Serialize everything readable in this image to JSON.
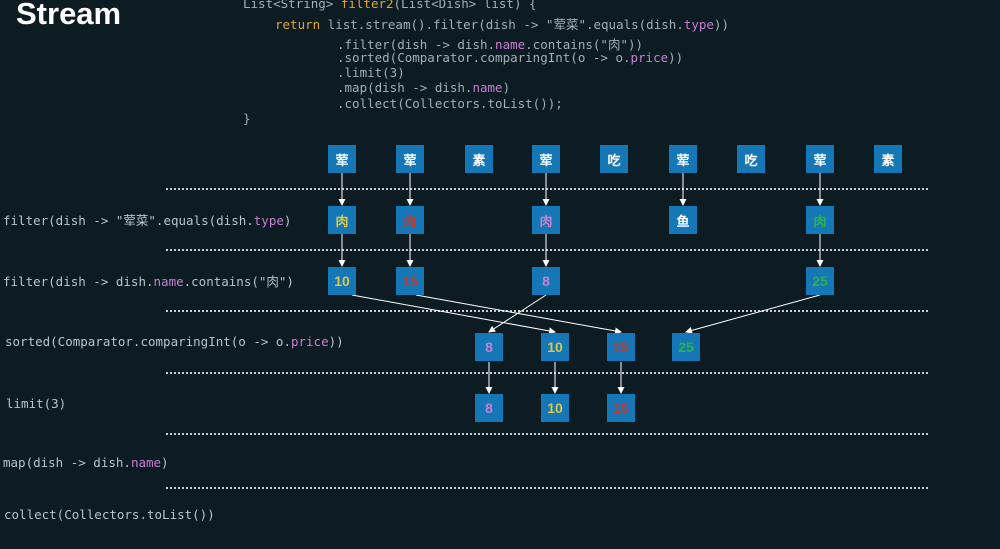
{
  "title": "Stream",
  "code": {
    "line1_sig": "List<String> ",
    "line1_fn": "filter2",
    "line1_rest": "(List<Dish> list) {",
    "line2_kw": "return",
    "line2_a": " list.stream().filter(dish -> \"荤菜\".equals(dish.",
    "line2_fld": "type",
    "line2_b": "))",
    "line3_a": ".filter(dish -> dish.",
    "line3_fld": "name",
    "line3_b": ".contains(\"肉\"))",
    "line4_a": ".sorted(Comparator.comparingInt(o -> o.",
    "line4_fld": "price",
    "line4_b": "))",
    "line5": ".limit(3)",
    "line6_a": ".map(dish -> dish.",
    "line6_fld": "name",
    "line6_b": ")",
    "line7": ".collect(Collectors.toList());",
    "line8": "}"
  },
  "stages": [
    {
      "pre": "filter(dish -> \"荤菜\".equals(dish.",
      "fld": "type",
      "post": ")"
    },
    {
      "pre": "filter(dish -> dish.",
      "fld": "name",
      "post": ".contains(\"肉\")"
    },
    {
      "pre": "sorted(Comparator.comparingInt(o -> o.",
      "fld": "price",
      "post": "))"
    },
    {
      "pre": "limit(3)",
      "fld": "",
      "post": ""
    },
    {
      "pre": "map(dish -> dish.",
      "fld": "name",
      "post": ")"
    },
    {
      "pre": "collect(Collectors.toList())",
      "fld": "",
      "post": ""
    }
  ],
  "source_items": [
    "荤",
    "荤",
    "素",
    "荤",
    "吃",
    "荤",
    "吃",
    "荤",
    "素"
  ],
  "after_filter_type": [
    {
      "text": "肉",
      "color": "#d9c84a"
    },
    {
      "text": "肉",
      "color": "#c0392b"
    },
    {
      "text": "肉",
      "color": "#c77fd0"
    },
    {
      "text": "鱼",
      "color": "#ffffff"
    },
    {
      "text": "肉",
      "color": "#2bb24c"
    }
  ],
  "after_filter_name": [
    {
      "text": "10",
      "color": "#d9c84a"
    },
    {
      "text": "15",
      "color": "#c0392b"
    },
    {
      "text": "8",
      "color": "#c77fd0"
    },
    {
      "text": "25",
      "color": "#2bb24c"
    }
  ],
  "after_sorted": [
    {
      "text": "8",
      "color": "#c77fd0"
    },
    {
      "text": "10",
      "color": "#d9c84a"
    },
    {
      "text": "15",
      "color": "#c0392b"
    },
    {
      "text": "25",
      "color": "#2bb24c"
    }
  ],
  "after_limit": [
    {
      "text": "8",
      "color": "#c77fd0"
    },
    {
      "text": "10",
      "color": "#d9c84a"
    },
    {
      "text": "15",
      "color": "#c0392b"
    }
  ],
  "colors": {
    "box": "#1577b6",
    "background": "#0d1c23",
    "arrow": "#ffffff"
  }
}
